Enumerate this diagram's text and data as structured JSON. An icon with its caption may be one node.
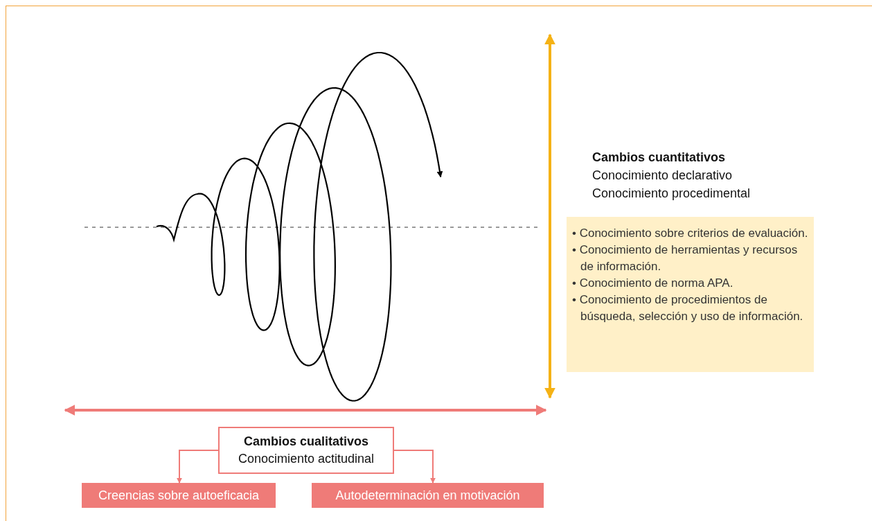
{
  "diagram": {
    "nodes": [
      {
        "text": [
          "• Conocimiento sobre criterios de evaluación.",
          "• Conocimiento de herramientas y recursos de información.",
          "• Conocimiento de norma APA.",
          "• Conocimiento de procedimientos de búsqueda, selección y uso de información."
        ]
      },
      {
        "text": [
          "Cambios cualitativos",
          "Conocimiento actitudinal"
        ]
      },
      {
        "text": [
          "Creencias sobre autoeficacia"
        ]
      },
      {
        "text": [
          "Autodeterminación en motivación"
        ]
      }
    ],
    "edges": [
      {
        "from": 1,
        "to": 2,
        "arrow": "to"
      },
      {
        "from": 1,
        "to": 3,
        "arrow": "to"
      }
    ],
    "labels": [
      "Cambios cuantitativos",
      "Conocimiento declarativo",
      "Conocimiento procedimental"
    ]
  }
}
